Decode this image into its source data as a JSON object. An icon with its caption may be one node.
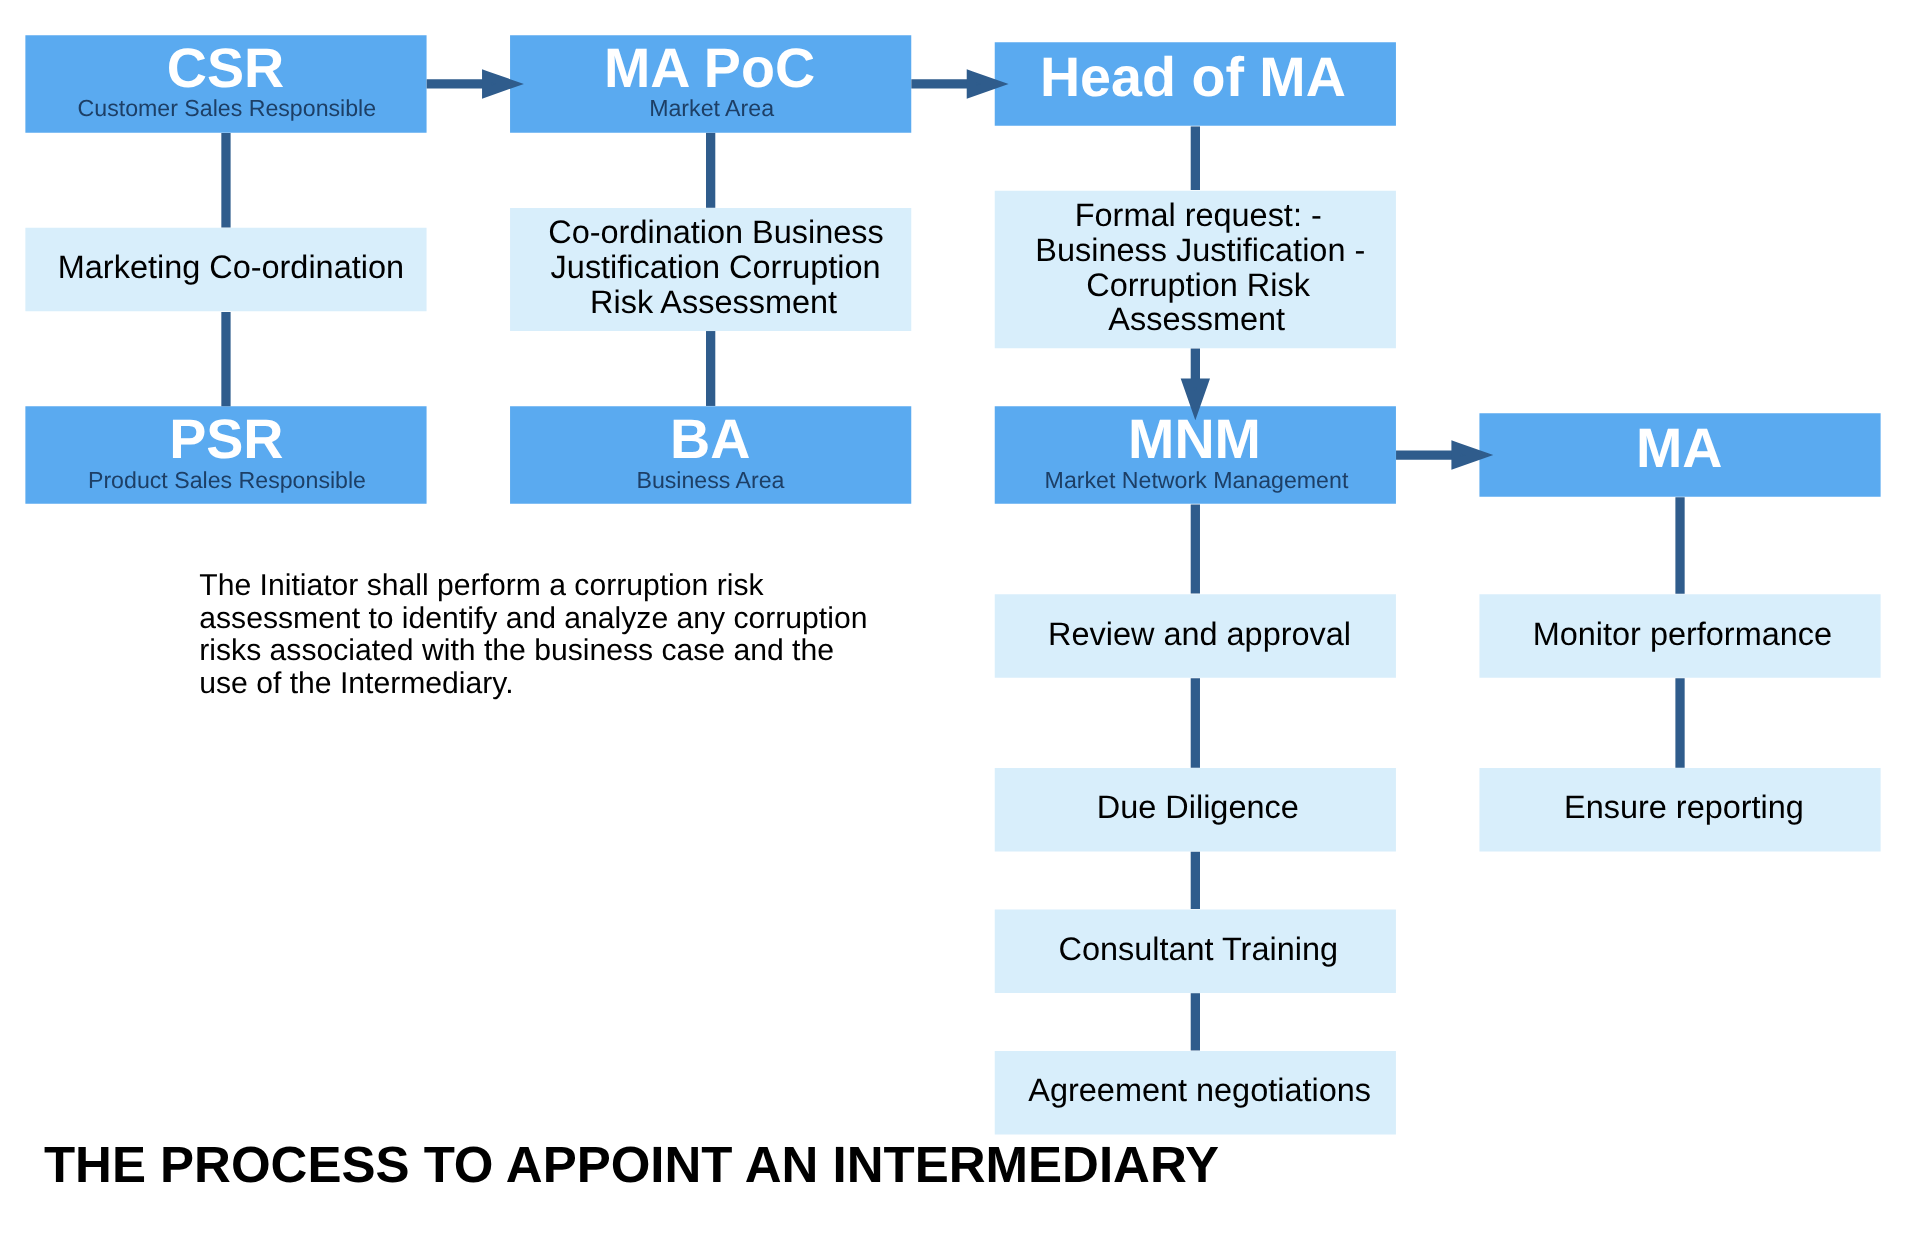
{
  "diagram": {
    "title": "THE PROCESS TO APPOINT AN INTERMEDIARY",
    "nodes": [
      {
        "text": [
          "CSR",
          "Customer Sales Responsible"
        ]
      },
      {
        "text": [
          "Marketing Co-ordination"
        ]
      },
      {
        "text": [
          "PSR",
          "Product Sales Responsible"
        ]
      },
      {
        "text": [
          "MA PoC",
          "Market Area"
        ]
      },
      {
        "text": [
          "Co-ordination Business Justification Corruption Risk Assessment"
        ]
      },
      {
        "text": [
          "BA",
          "Business Area"
        ]
      },
      {
        "text": [
          "Head of MA"
        ]
      },
      {
        "text": [
          "Formal request: - Business Justification - Corruption Risk Assessment"
        ]
      },
      {
        "text": [
          "MNM",
          "Market Network Management"
        ]
      },
      {
        "text": [
          "Review and approval"
        ]
      },
      {
        "text": [
          "Due Diligence"
        ]
      },
      {
        "text": [
          "Consultant Training"
        ]
      },
      {
        "text": [
          "Agreement negotiations"
        ]
      },
      {
        "text": [
          "MA"
        ]
      },
      {
        "text": [
          "Monitor performance"
        ]
      },
      {
        "text": [
          "Ensure reporting"
        ]
      }
    ],
    "edges": [
      {
        "from": 0,
        "to": 1,
        "arrow": "none"
      },
      {
        "from": 1,
        "to": 2,
        "arrow": "none"
      },
      {
        "from": 0,
        "to": 3,
        "arrow": "to"
      },
      {
        "from": 3,
        "to": 4,
        "arrow": "none"
      },
      {
        "from": 4,
        "to": 5,
        "arrow": "none"
      },
      {
        "from": 3,
        "to": 6,
        "arrow": "to"
      },
      {
        "from": 6,
        "to": 7,
        "arrow": "none"
      },
      {
        "from": 7,
        "to": 8,
        "arrow": "to"
      },
      {
        "from": 8,
        "to": 9,
        "arrow": "none"
      },
      {
        "from": 9,
        "to": 10,
        "arrow": "none"
      },
      {
        "from": 10,
        "to": 11,
        "arrow": "none"
      },
      {
        "from": 11,
        "to": 12,
        "arrow": "none"
      },
      {
        "from": 8,
        "to": 13,
        "arrow": "to"
      },
      {
        "from": 13,
        "to": 14,
        "arrow": "none"
      },
      {
        "from": 14,
        "to": 15,
        "arrow": "none"
      }
    ],
    "labels": [
      "The Initiator shall perform a corruption risk assessment to identify and analyze any corruption risks associated with the business case and the use of the Intermediary."
    ]
  }
}
